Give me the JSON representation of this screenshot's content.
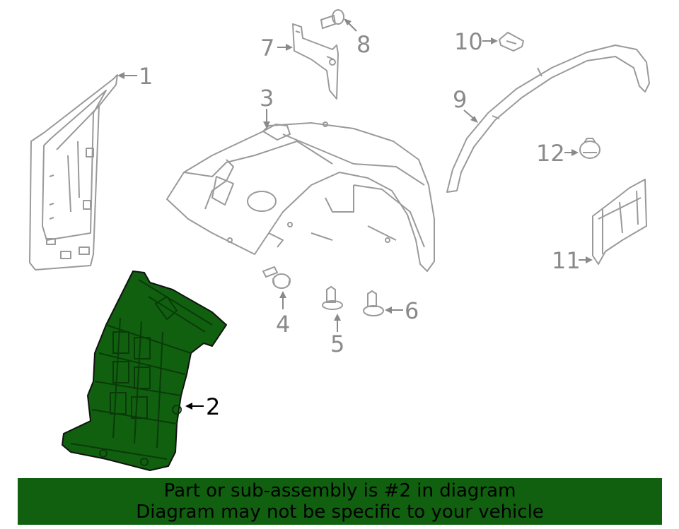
{
  "colors": {
    "outline": "#9a9a9a",
    "highlight_fill": "#106010",
    "highlight_stroke": "#111111",
    "callout_text": "#8a8a8a",
    "callout_text_active": "#000000",
    "banner_bg": "#106010",
    "banner_text": "#000000"
  },
  "callouts": [
    {
      "id": "1",
      "label": "1"
    },
    {
      "id": "2",
      "label": "2",
      "highlighted": true
    },
    {
      "id": "3",
      "label": "3"
    },
    {
      "id": "4",
      "label": "4"
    },
    {
      "id": "5",
      "label": "5"
    },
    {
      "id": "6",
      "label": "6"
    },
    {
      "id": "7",
      "label": "7"
    },
    {
      "id": "8",
      "label": "8"
    },
    {
      "id": "9",
      "label": "9"
    },
    {
      "id": "10",
      "label": "10"
    },
    {
      "id": "11",
      "label": "11"
    },
    {
      "id": "12",
      "label": "12"
    }
  ],
  "banner": {
    "line1": "Part or sub-assembly is #2 in diagram",
    "line2": "Diagram may not be specific to your vehicle"
  }
}
